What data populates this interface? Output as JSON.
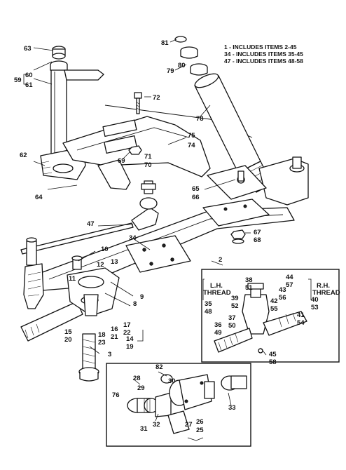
{
  "notes": [
    "1 - INCLUDES ITEMS 2-45",
    "34 - INCLUDES ITEMS 35-45",
    "47 - INCLUDES ITEMS 48-58"
  ],
  "callouts": [
    {
      "id": "n63",
      "text": "63"
    },
    {
      "id": "n60",
      "text": "60"
    },
    {
      "id": "n59",
      "text": "59"
    },
    {
      "id": "n61",
      "text": "61"
    },
    {
      "id": "n81",
      "text": "81"
    },
    {
      "id": "n80",
      "text": "80"
    },
    {
      "id": "n79",
      "text": "79"
    },
    {
      "id": "n72",
      "text": "72"
    },
    {
      "id": "n78",
      "text": "78"
    },
    {
      "id": "n75",
      "text": "75"
    },
    {
      "id": "n74",
      "text": "74"
    },
    {
      "id": "n69",
      "text": "69"
    },
    {
      "id": "n71",
      "text": "71"
    },
    {
      "id": "n70",
      "text": "70"
    },
    {
      "id": "n62",
      "text": "62"
    },
    {
      "id": "n65",
      "text": "65"
    },
    {
      "id": "n66",
      "text": "66"
    },
    {
      "id": "n64",
      "text": "64"
    },
    {
      "id": "n47",
      "text": "47"
    },
    {
      "id": "n67",
      "text": "67"
    },
    {
      "id": "n68",
      "text": "68"
    },
    {
      "id": "n34",
      "text": "34"
    },
    {
      "id": "n2",
      "text": "2"
    },
    {
      "id": "n10",
      "text": "10"
    },
    {
      "id": "n13",
      "text": "13"
    },
    {
      "id": "n12",
      "text": "12"
    },
    {
      "id": "n11",
      "text": "11"
    },
    {
      "id": "n9",
      "text": "9"
    },
    {
      "id": "n8",
      "text": "8"
    },
    {
      "id": "n17",
      "text": "17"
    },
    {
      "id": "n22",
      "text": "22"
    },
    {
      "id": "n16",
      "text": "16"
    },
    {
      "id": "n21",
      "text": "21"
    },
    {
      "id": "n15",
      "text": "15"
    },
    {
      "id": "n20",
      "text": "20"
    },
    {
      "id": "n18",
      "text": "18"
    },
    {
      "id": "n23",
      "text": "23"
    },
    {
      "id": "n14",
      "text": "14"
    },
    {
      "id": "n19",
      "text": "19"
    },
    {
      "id": "n3",
      "text": "3"
    },
    {
      "id": "n38",
      "text": "38"
    },
    {
      "id": "n51",
      "text": "51"
    },
    {
      "id": "n44",
      "text": "44"
    },
    {
      "id": "n57",
      "text": "57"
    },
    {
      "id": "n43",
      "text": "43"
    },
    {
      "id": "n56",
      "text": "56"
    },
    {
      "id": "n39",
      "text": "39"
    },
    {
      "id": "n52",
      "text": "52"
    },
    {
      "id": "n42",
      "text": "42"
    },
    {
      "id": "n55",
      "text": "55"
    },
    {
      "id": "n35",
      "text": "35"
    },
    {
      "id": "n48",
      "text": "48"
    },
    {
      "id": "n40",
      "text": "40"
    },
    {
      "id": "n53",
      "text": "53"
    },
    {
      "id": "n41",
      "text": "41"
    },
    {
      "id": "n54",
      "text": "54"
    },
    {
      "id": "n37",
      "text": "37"
    },
    {
      "id": "n50",
      "text": "50"
    },
    {
      "id": "n36",
      "text": "36"
    },
    {
      "id": "n49",
      "text": "49"
    },
    {
      "id": "n45",
      "text": "45"
    },
    {
      "id": "n58",
      "text": "58"
    },
    {
      "id": "n82",
      "text": "82"
    },
    {
      "id": "n28",
      "text": "28"
    },
    {
      "id": "n30",
      "text": "30"
    },
    {
      "id": "n29",
      "text": "29"
    },
    {
      "id": "n76",
      "text": "76"
    },
    {
      "id": "n33",
      "text": "33"
    },
    {
      "id": "n31",
      "text": "31"
    },
    {
      "id": "n32",
      "text": "32"
    },
    {
      "id": "n27",
      "text": "27"
    },
    {
      "id": "n26",
      "text": "26"
    },
    {
      "id": "n25",
      "text": "25"
    }
  ],
  "thread_labels": {
    "left_1": "L.H.",
    "left_2": "THREAD",
    "right_1": "R.H.",
    "right_2": "THREAD"
  }
}
